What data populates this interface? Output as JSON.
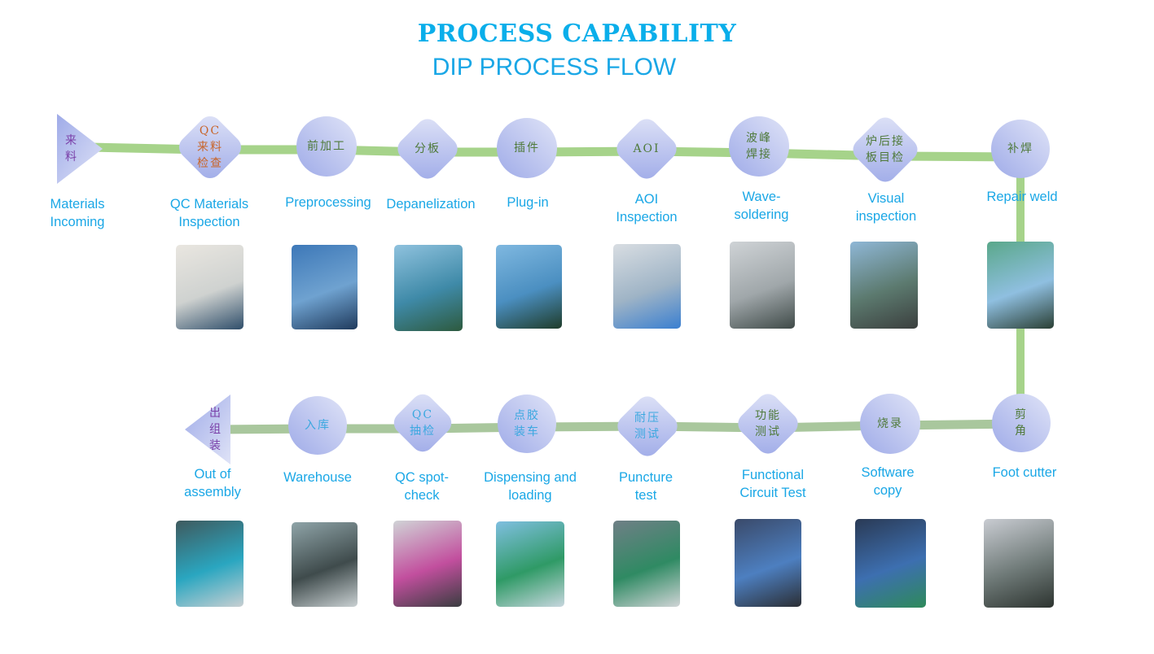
{
  "header": {
    "title": "PROCESS CAPABILITY",
    "subtitle": "DIP PROCESS FLOW"
  },
  "colors": {
    "title": "#0aaeea",
    "label": "#1aa7e6",
    "connector_top": "#a6d38a",
    "connector_bottom": "#a9c79d",
    "node_light": "#dfe3f7",
    "node_dark": "#9fabe8",
    "cn_text_green": "#4f7a3a",
    "cn_text_purple": "#7a3fa8",
    "cn_text_orange": "#c8652a",
    "cn_text_blue": "#3ba8e0"
  },
  "flow": {
    "row1": [
      {
        "id": "materials-incoming",
        "shape": "triangle-right",
        "cn": "来\n料",
        "en": "Materials\nIncoming",
        "cn_color": "purple",
        "photo": "none"
      },
      {
        "id": "qc-materials-inspection",
        "shape": "diamond",
        "cn": "QC\n来料\n检查",
        "en": "QC Materials\nInspection",
        "cn_color": "orange",
        "photo": "test-instrument"
      },
      {
        "id": "preprocessing",
        "shape": "circle",
        "cn": "前加工",
        "en": "Preprocessing",
        "cn_color": "green",
        "photo": "vibratory-feeder-workstation"
      },
      {
        "id": "depanelization",
        "shape": "diamond",
        "cn": "分板",
        "en": "Depanelization",
        "cn_color": "green",
        "photo": "operator-depaneling-machine"
      },
      {
        "id": "plug-in",
        "shape": "circle",
        "cn": "插件",
        "en": "Plug-in",
        "cn_color": "green",
        "photo": "assembly-line-workers"
      },
      {
        "id": "aoi-inspection",
        "shape": "diamond",
        "cn": "AOI",
        "en": "AOI\nInspection",
        "cn_color": "green",
        "photo": "aoi-machine"
      },
      {
        "id": "wave-soldering",
        "shape": "circle",
        "cn": "波峰\n焊接",
        "en": "Wave-\nsoldering",
        "cn_color": "green",
        "photo": "wave-soldering-machine"
      },
      {
        "id": "visual-inspection",
        "shape": "diamond",
        "cn": "炉后接\n板目检",
        "en": "Visual\ninspection",
        "cn_color": "green",
        "photo": "operator-inspecting-board"
      },
      {
        "id": "repair-weld",
        "shape": "circle",
        "cn": "补焊",
        "en": "Repair weld",
        "cn_color": "green",
        "photo": "operator-hand-soldering"
      }
    ],
    "row2": [
      {
        "id": "foot-cutter",
        "shape": "circle",
        "cn": "剪\n角",
        "en": "Foot cutter",
        "cn_color": "green",
        "photo": "lead-cutting-machine"
      },
      {
        "id": "software-copy",
        "shape": "circle",
        "cn": "烧录",
        "en": "Software\ncopy",
        "cn_color": "green",
        "photo": "programming-stations"
      },
      {
        "id": "functional-circuit-test",
        "shape": "diamond",
        "cn": "功能\n测试",
        "en": "Functional\nCircuit Test",
        "cn_color": "green",
        "photo": "fct-test-stations"
      },
      {
        "id": "puncture-test",
        "shape": "diamond",
        "cn": "耐压\n测试",
        "en": "Puncture\ntest",
        "cn_color": "blue",
        "photo": "hipot-tester"
      },
      {
        "id": "dispensing-loading",
        "shape": "circle",
        "cn": "点胶\n装车",
        "en": "Dispensing and\nloading",
        "cn_color": "blue",
        "photo": "operator-glue-dispensing"
      },
      {
        "id": "qc-spot-check",
        "shape": "diamond",
        "cn": "QC\n抽检",
        "en": "QC spot-\ncheck",
        "cn_color": "blue",
        "photo": "qc-inspectors-at-racks"
      },
      {
        "id": "warehouse",
        "shape": "circle",
        "cn": "入库",
        "en": "Warehouse",
        "cn_color": "blue",
        "photo": "storage-racks"
      },
      {
        "id": "out-of-assembly",
        "shape": "triangle-left",
        "cn": "出\n组\n装",
        "en": "Out of\nassembly",
        "cn_color": "purple",
        "photo": "loaded-carts"
      }
    ]
  }
}
